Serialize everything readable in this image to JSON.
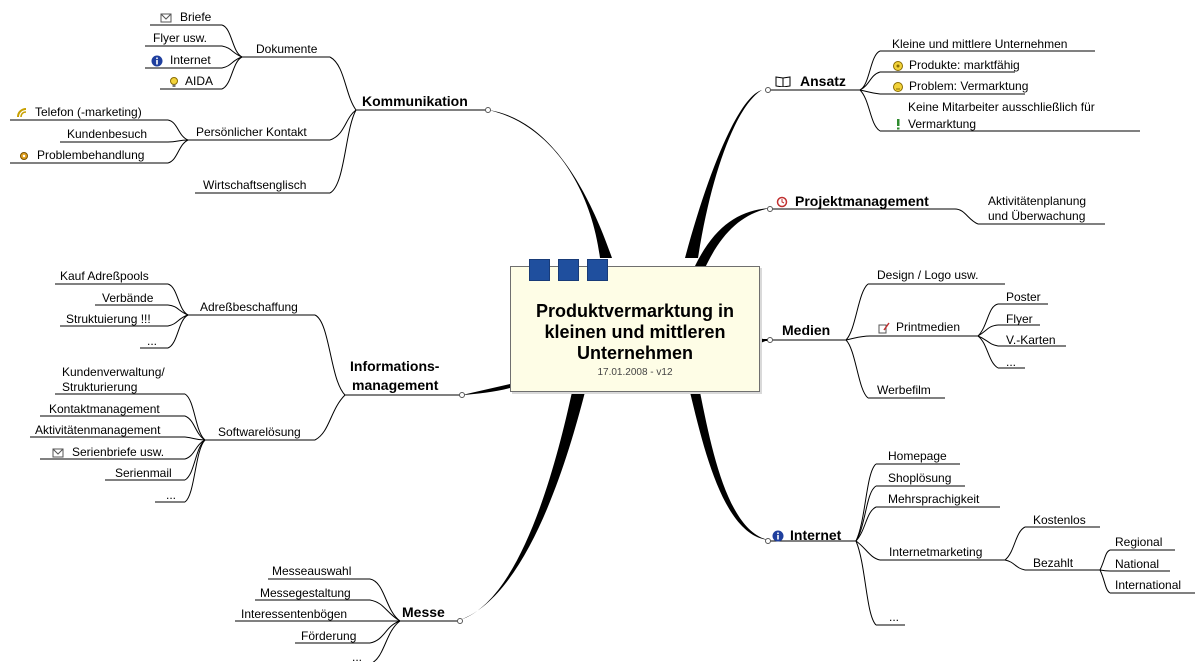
{
  "central": {
    "title_lines": [
      "Produktvermarktung in",
      "kleinen und mittleren",
      "Unternehmen"
    ],
    "date": "17.01.2008 - v12"
  },
  "kommunikation": {
    "label": "Kommunikation",
    "dokumente": {
      "label": "Dokumente",
      "items": [
        "Briefe",
        "Flyer usw.",
        "Internet",
        "AIDA"
      ]
    },
    "persoenlich": {
      "label": "Persönlicher Kontakt",
      "items": [
        "Telefon (-marketing)",
        "Kundenbesuch",
        "Problembehandlung"
      ]
    },
    "wirtschaft": "Wirtschaftsenglisch"
  },
  "information": {
    "label_lines": [
      "Informations-",
      "management"
    ],
    "adress": {
      "label": "Adreßbeschaffung",
      "items": [
        "Kauf Adreßpools",
        "Verbände",
        "Struktuierung !!!",
        "..."
      ]
    },
    "software": {
      "label": "Softwarelösung",
      "items": [
        "Kundenverwaltung/",
        "Strukturierung",
        "Kontaktmanagement",
        "Aktivitätenmanagement",
        "Serienbriefe usw.",
        "Serienmail",
        "..."
      ]
    }
  },
  "messe": {
    "label": "Messe",
    "items": [
      "Messeauswahl",
      "Messegestaltung",
      "Interessentenbögen",
      "Förderung",
      "..."
    ]
  },
  "ansatz": {
    "label": "Ansatz",
    "items": [
      "Kleine und mittlere Unternehmen",
      "Produkte: marktfähig",
      "Problem: Vermarktung",
      "Keine Mitarbeiter ausschließlich für",
      "Vermarktung"
    ]
  },
  "projekt": {
    "label": "Projektmanagement",
    "items": [
      "Aktivitätenplanung",
      "und Überwachung"
    ]
  },
  "medien": {
    "label": "Medien",
    "design": "Design / Logo usw.",
    "print": {
      "label": "Printmedien",
      "items": [
        "Poster",
        "Flyer",
        "V.-Karten",
        "..."
      ]
    },
    "film": "Werbefilm"
  },
  "internet": {
    "label": "Internet",
    "items": [
      "Homepage",
      "Shoplösung",
      "Mehrsprachigkeit"
    ],
    "marketing": {
      "label": "Internetmarketing",
      "kostenlos": "Kostenlos",
      "bezahlt": {
        "label": "Bezahlt",
        "items": [
          "Regional",
          "National",
          "International"
        ]
      }
    },
    "more": "..."
  },
  "colors": {
    "branch": "#000000",
    "central_bg": "#fefde6",
    "accent": "#1f4f9e"
  }
}
